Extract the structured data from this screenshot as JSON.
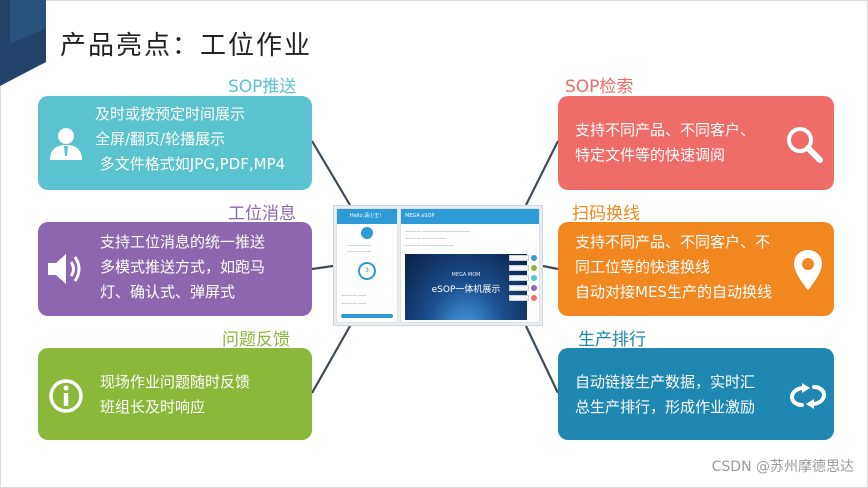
{
  "page": {
    "title": "产品亮点：工位作业",
    "watermark": "CSDN @苏州摩德思达"
  },
  "colors": {
    "teal": "#5bc2cf",
    "purple": "#8c67b0",
    "green": "#8bb83a",
    "red": "#ef6c67",
    "orange": "#f2871f",
    "blue": "#1f87b2",
    "dark": "#23446a"
  },
  "cards": [
    {
      "id": "sop-push",
      "title": "SOP推送",
      "icon": "user-icon",
      "lines": [
        "及时或按预定时间展示",
        "全屏/翻页/轮播展示",
        " 多文件格式如JPG,PDF,MP4"
      ]
    },
    {
      "id": "station-msg",
      "title": "工位消息",
      "icon": "speaker-icon",
      "lines": [
        "支持工位消息的统一推送",
        "多模式推送方式，如跑马",
        "灯、确认式、弹屏式"
      ]
    },
    {
      "id": "feedback",
      "title": "问题反馈",
      "icon": "info-icon",
      "lines": [
        "现场作业问题随时反馈",
        "班组长及时响应"
      ]
    },
    {
      "id": "sop-search",
      "title": "SOP检索",
      "icon": "search-icon",
      "lines": [
        "支持不同产品、不同客户、",
        "特定文件等的快速调阅"
      ]
    },
    {
      "id": "scan-switch",
      "title": "扫码换线",
      "icon": "location-pin-icon",
      "lines": [
        "支持不同产品、不同客户、不",
        "同工位等的快速换线",
        "自动对接MES生产的自动换线"
      ]
    },
    {
      "id": "ranking",
      "title": "生产排行",
      "icon": "refresh-loop-icon",
      "lines": [
        "自动链接生产数据，实时汇",
        "总生产排行，形成作业激励"
      ]
    }
  ],
  "screenshot": {
    "side_header": "Hello,请小王！",
    "main_header": "MEGA eSOP",
    "banner_small": "MEGA MOM",
    "banner_big": "eSOP一体机展示",
    "count": "3"
  }
}
